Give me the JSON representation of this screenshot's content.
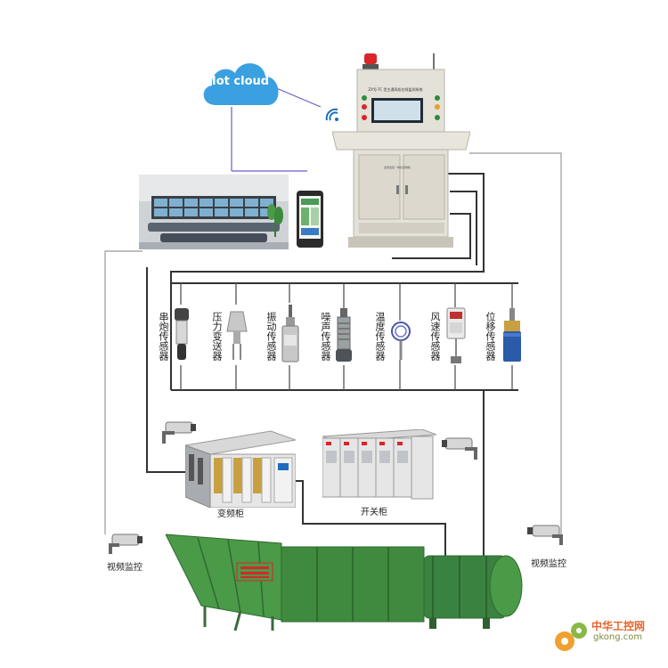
{
  "cloud": {
    "label": "Iot cloud"
  },
  "console": {
    "panel_title": "ZXYJ-7C 型主通风机在线监测系统",
    "panel_sub": "监测监控一体化控制柜"
  },
  "sensors": [
    {
      "label": "串炮传感器"
    },
    {
      "label": "压力变送器"
    },
    {
      "label": "振动传感器"
    },
    {
      "label": "噪声传感器"
    },
    {
      "label": "温度传感器"
    },
    {
      "label": "风速传感器"
    },
    {
      "label": "位移传感器"
    }
  ],
  "cabinets": {
    "vfd": "变频柜",
    "switch": "开关柜"
  },
  "cameras": {
    "left": "视频监控",
    "right": "视频监控"
  },
  "watermark": {
    "name": "中华工控网",
    "domain": "gkong.com"
  },
  "colors": {
    "cloud": "#3aa0e0",
    "fan": "#3f8a3f",
    "fan_label": "#d8262a",
    "wire_dark": "#333333",
    "wire_light": "#9a9a9a",
    "console": "#e4e1d8"
  }
}
